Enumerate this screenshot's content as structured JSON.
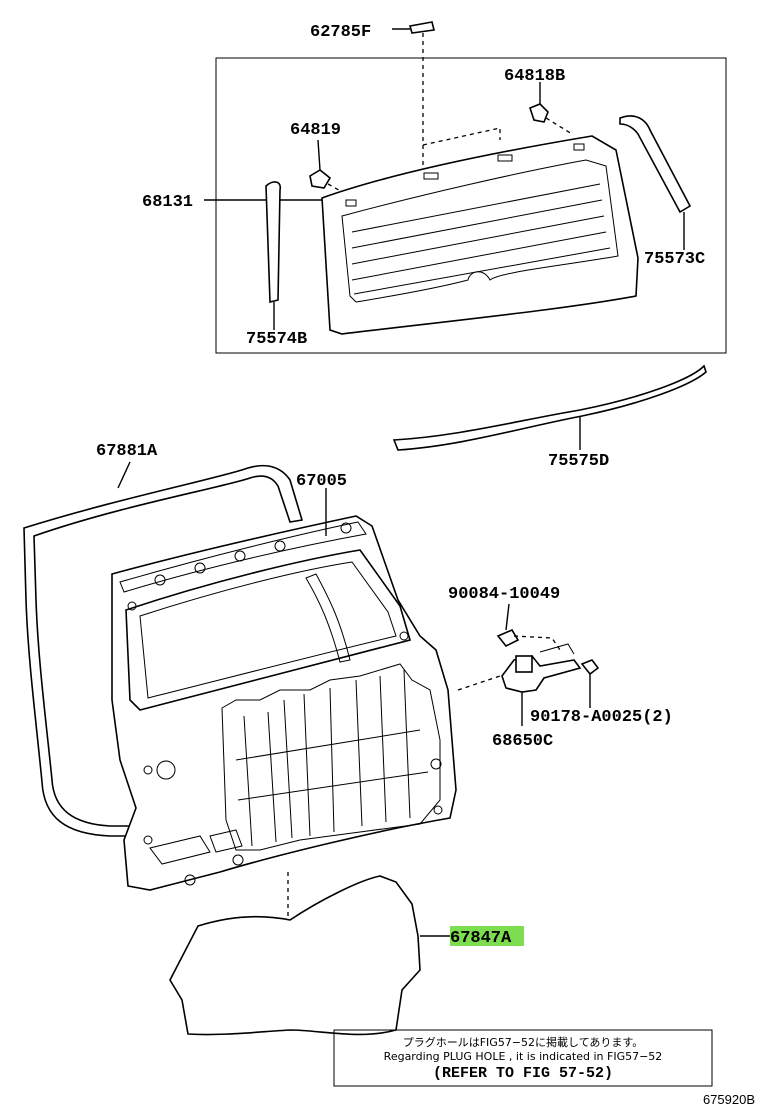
{
  "parts": {
    "p62785F": "62785F",
    "p64818B": "64818B",
    "p64819": "64819",
    "p68131": "68131",
    "p75573C": "75573C",
    "p75574B": "75574B",
    "p75575D": "75575D",
    "p67881A": "67881A",
    "p67005": "67005",
    "p90084": "90084-10049",
    "p90178": "90178-A0025(2)",
    "p68650C": "68650C",
    "p67847A": "67847A"
  },
  "highlight": {
    "color": "#7ddc50",
    "part": "67847A"
  },
  "note": {
    "jp": "プラグホールはFIG57−52に掲載してあります。",
    "en": "Regarding PLUG HOLE , it is indicated in FIG57−52",
    "ref": "(REFER TO FIG 57-52)"
  },
  "diagram_code": "675920B"
}
